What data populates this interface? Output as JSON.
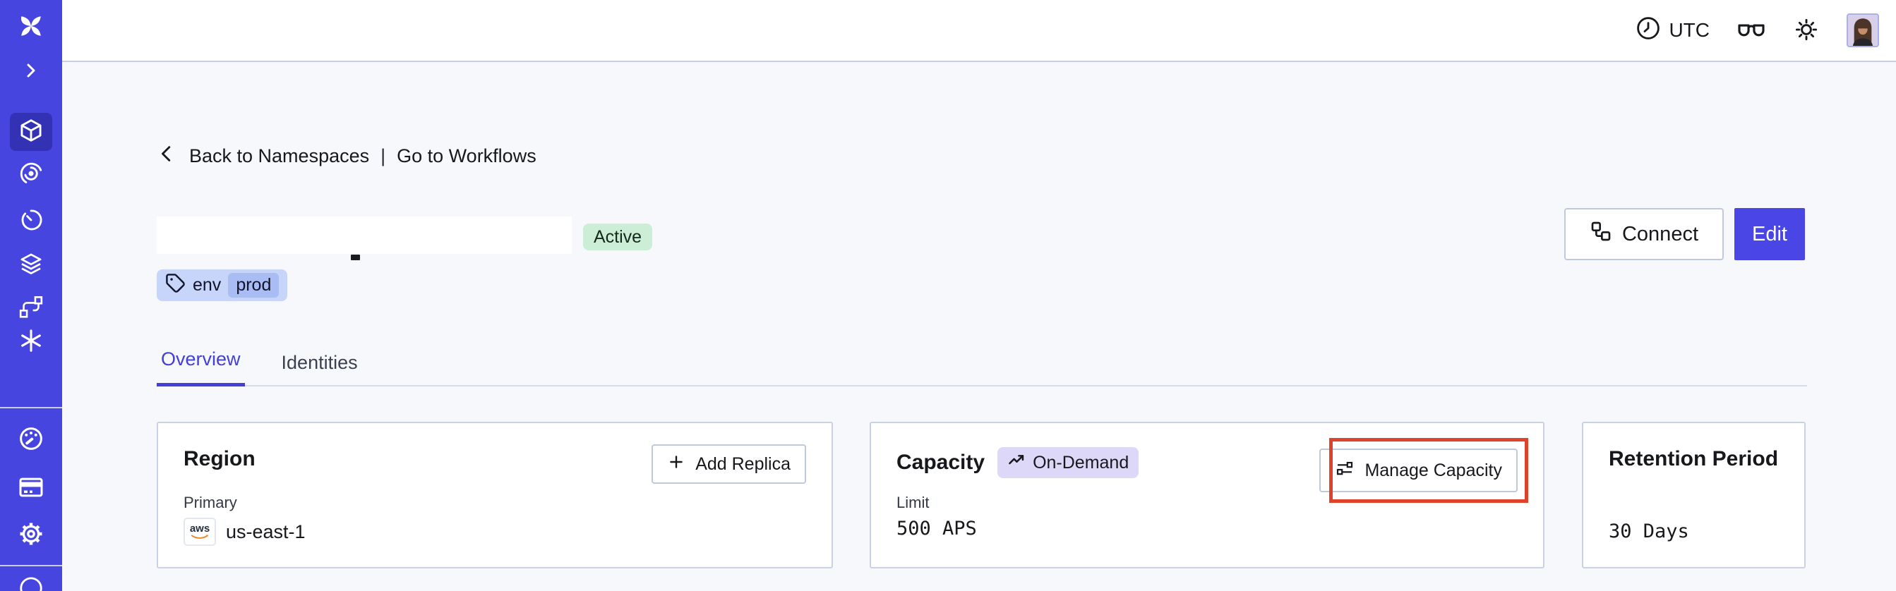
{
  "topbar": {
    "timezone": "UTC",
    "icons": [
      "clock-icon",
      "glasses-icon",
      "sun-icon",
      "avatar"
    ]
  },
  "sidebar": {
    "items": [
      {
        "icon": "temporal-logo"
      },
      {
        "icon": "chevron-right-expand"
      },
      {
        "icon": "namespaces-cube",
        "active": true
      },
      {
        "icon": "workflows-spiral"
      },
      {
        "icon": "schedules-timer"
      },
      {
        "icon": "deployments-layers"
      },
      {
        "icon": "batch-branch"
      },
      {
        "icon": "nexus-asterisk"
      },
      {
        "icon": "usage-gauge"
      },
      {
        "icon": "billing-card"
      },
      {
        "icon": "settings-gear"
      },
      {
        "icon": "profile-circle-partial"
      }
    ]
  },
  "breadcrumb": {
    "back": "Back to Namespaces",
    "separator": "|",
    "forward": "Go to Workflows"
  },
  "header": {
    "status": "Active",
    "tag_key": "env",
    "tag_value": "prod",
    "connect": "Connect",
    "edit": "Edit"
  },
  "tabs": [
    {
      "label": "Overview",
      "active": true
    },
    {
      "label": "Identities",
      "active": false
    }
  ],
  "cards": {
    "region": {
      "title": "Region",
      "add_replica": "Add Replica",
      "primary_label": "Primary",
      "provider": "aws",
      "region_value": "us-east-1"
    },
    "capacity": {
      "title": "Capacity",
      "badge": "On-Demand",
      "manage": "Manage Capacity",
      "limit_label": "Limit",
      "limit_value": "500 APS",
      "highlighted": true
    },
    "retention": {
      "title": "Retention Period",
      "value": "30 Days"
    }
  },
  "colors": {
    "sidebar": "#4745e0",
    "accent": "#443fd6",
    "edit_button": "#4946e5",
    "active_badge_bg": "#cdeed6",
    "tag_bg": "#c8d5fb",
    "tag_chip_bg": "#a9bcf4",
    "ondemand_bg": "#ddd8f8",
    "annotation_red": "#e0432b",
    "page_bg": "#f7f8fb"
  }
}
